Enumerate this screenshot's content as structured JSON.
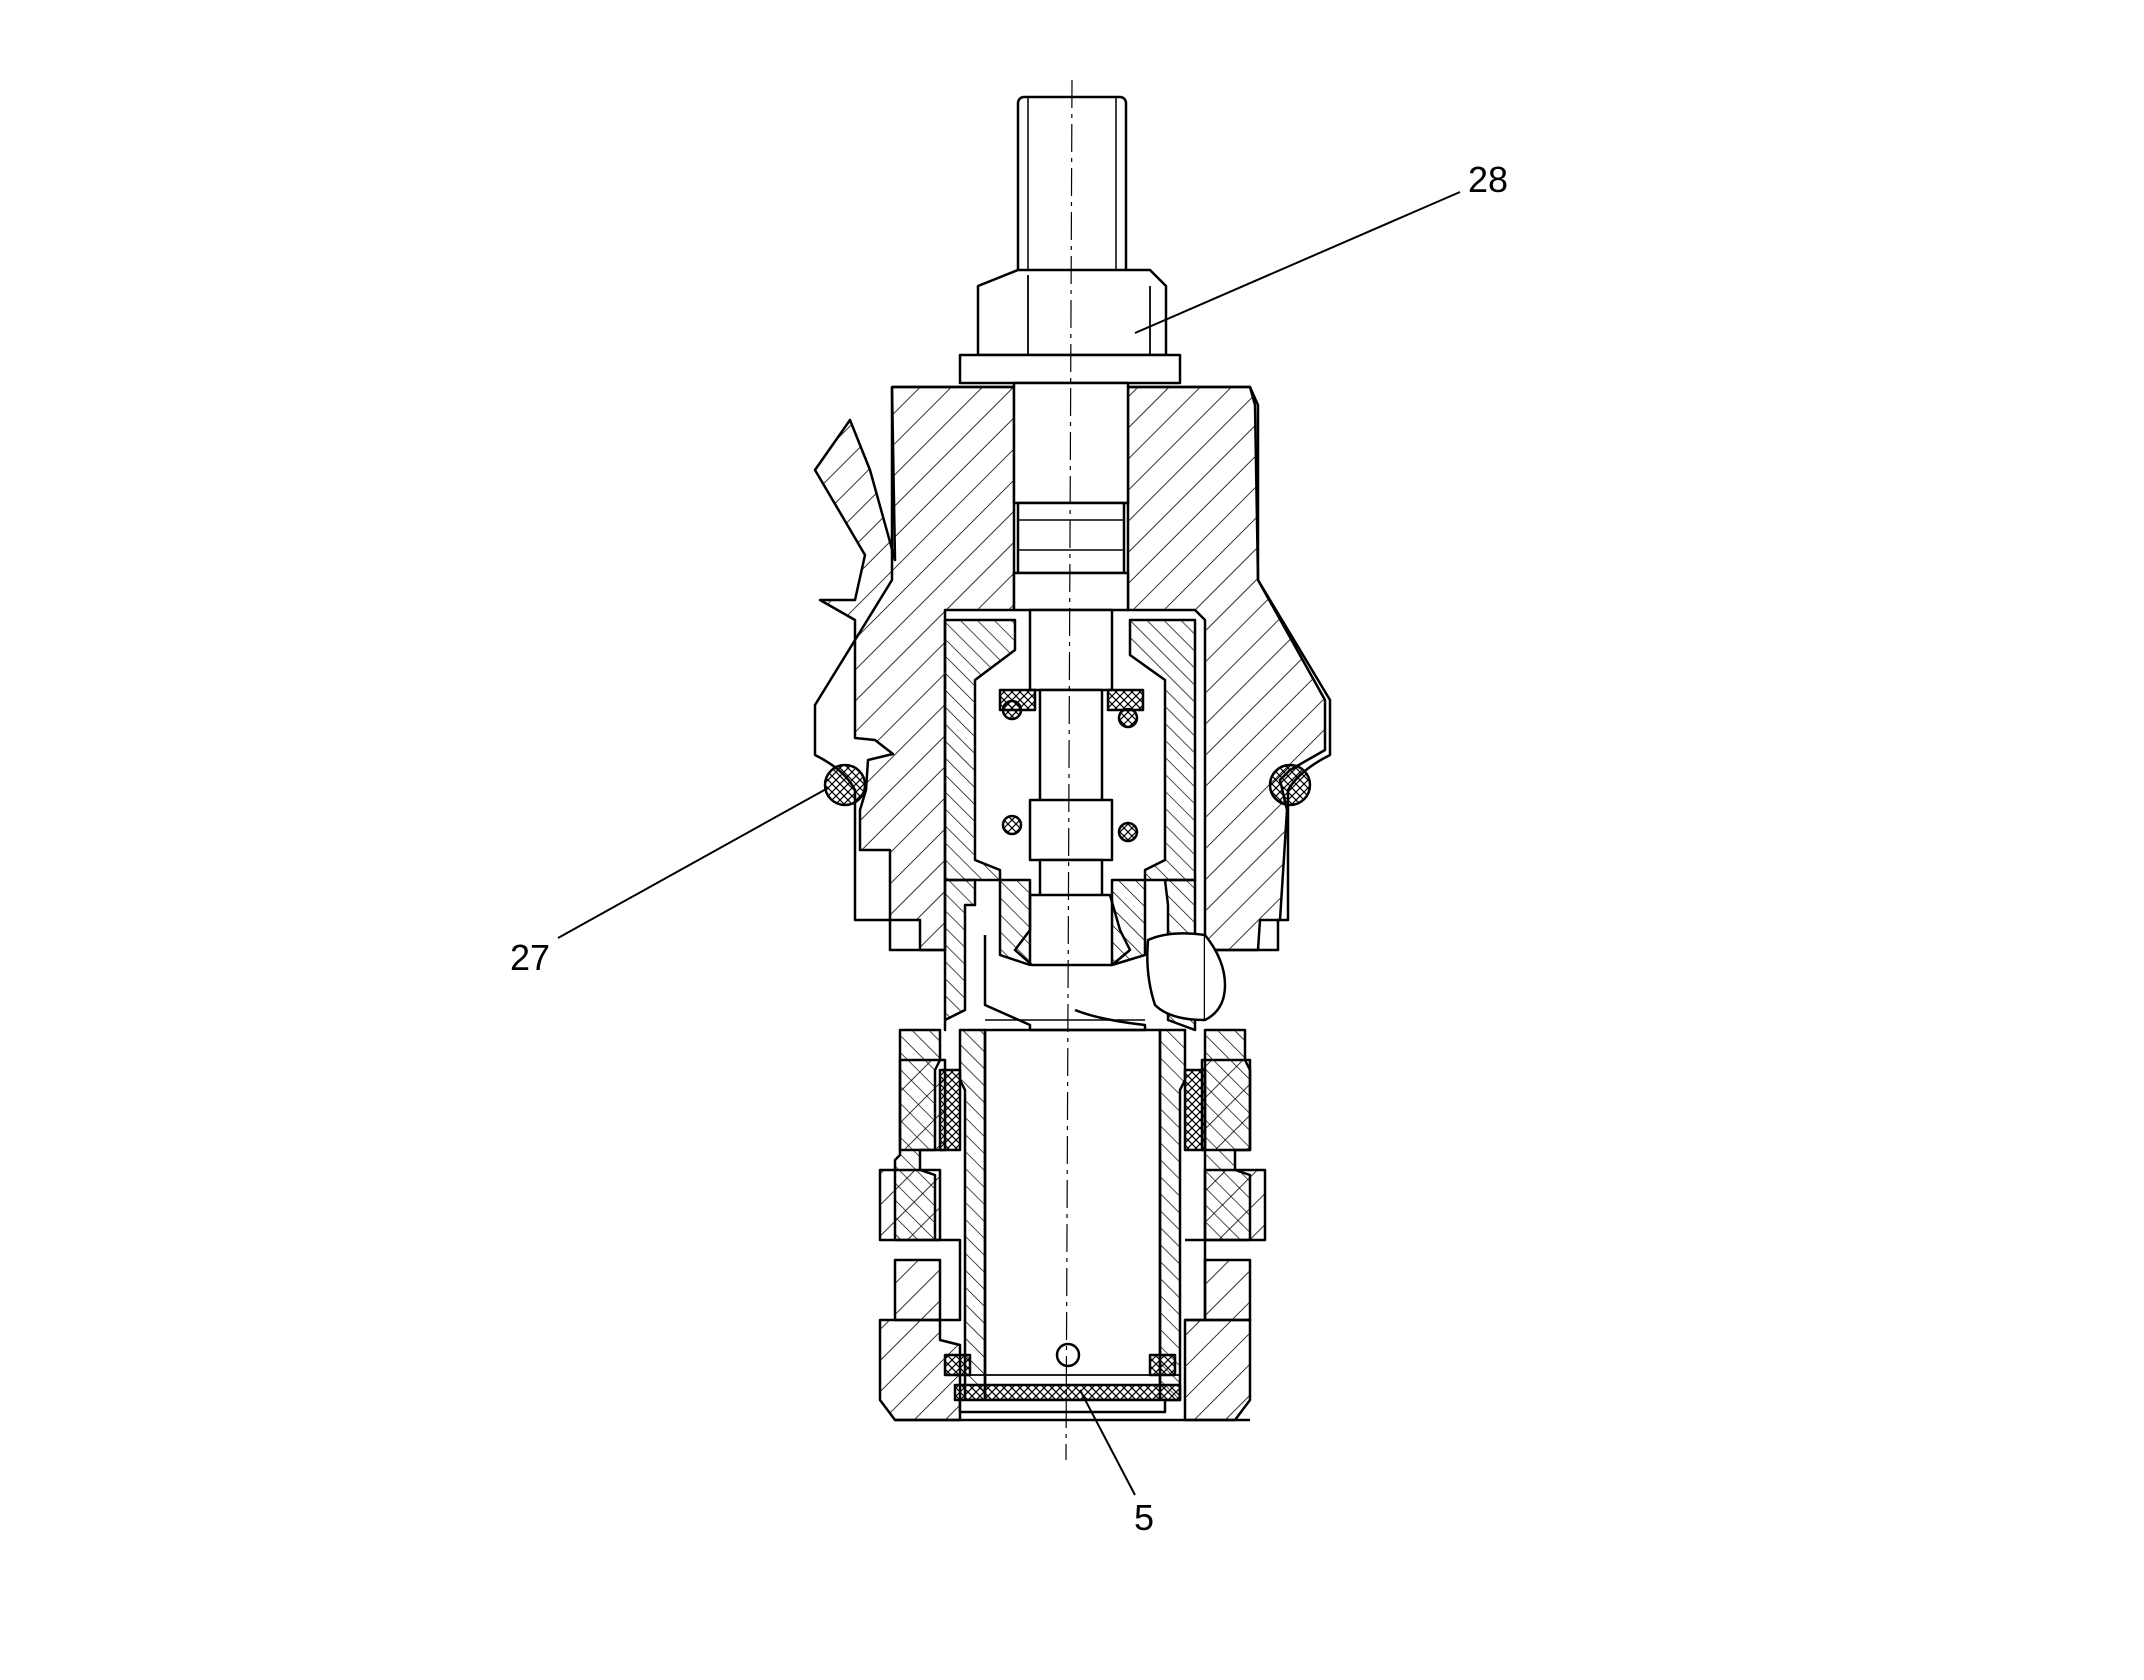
{
  "figure": {
    "callouts": [
      {
        "id": "28",
        "text": "28"
      },
      {
        "id": "27",
        "text": "27"
      },
      {
        "id": "5",
        "text": "5"
      }
    ]
  },
  "colors": {
    "line": "#000000",
    "background": "#ffffff"
  }
}
